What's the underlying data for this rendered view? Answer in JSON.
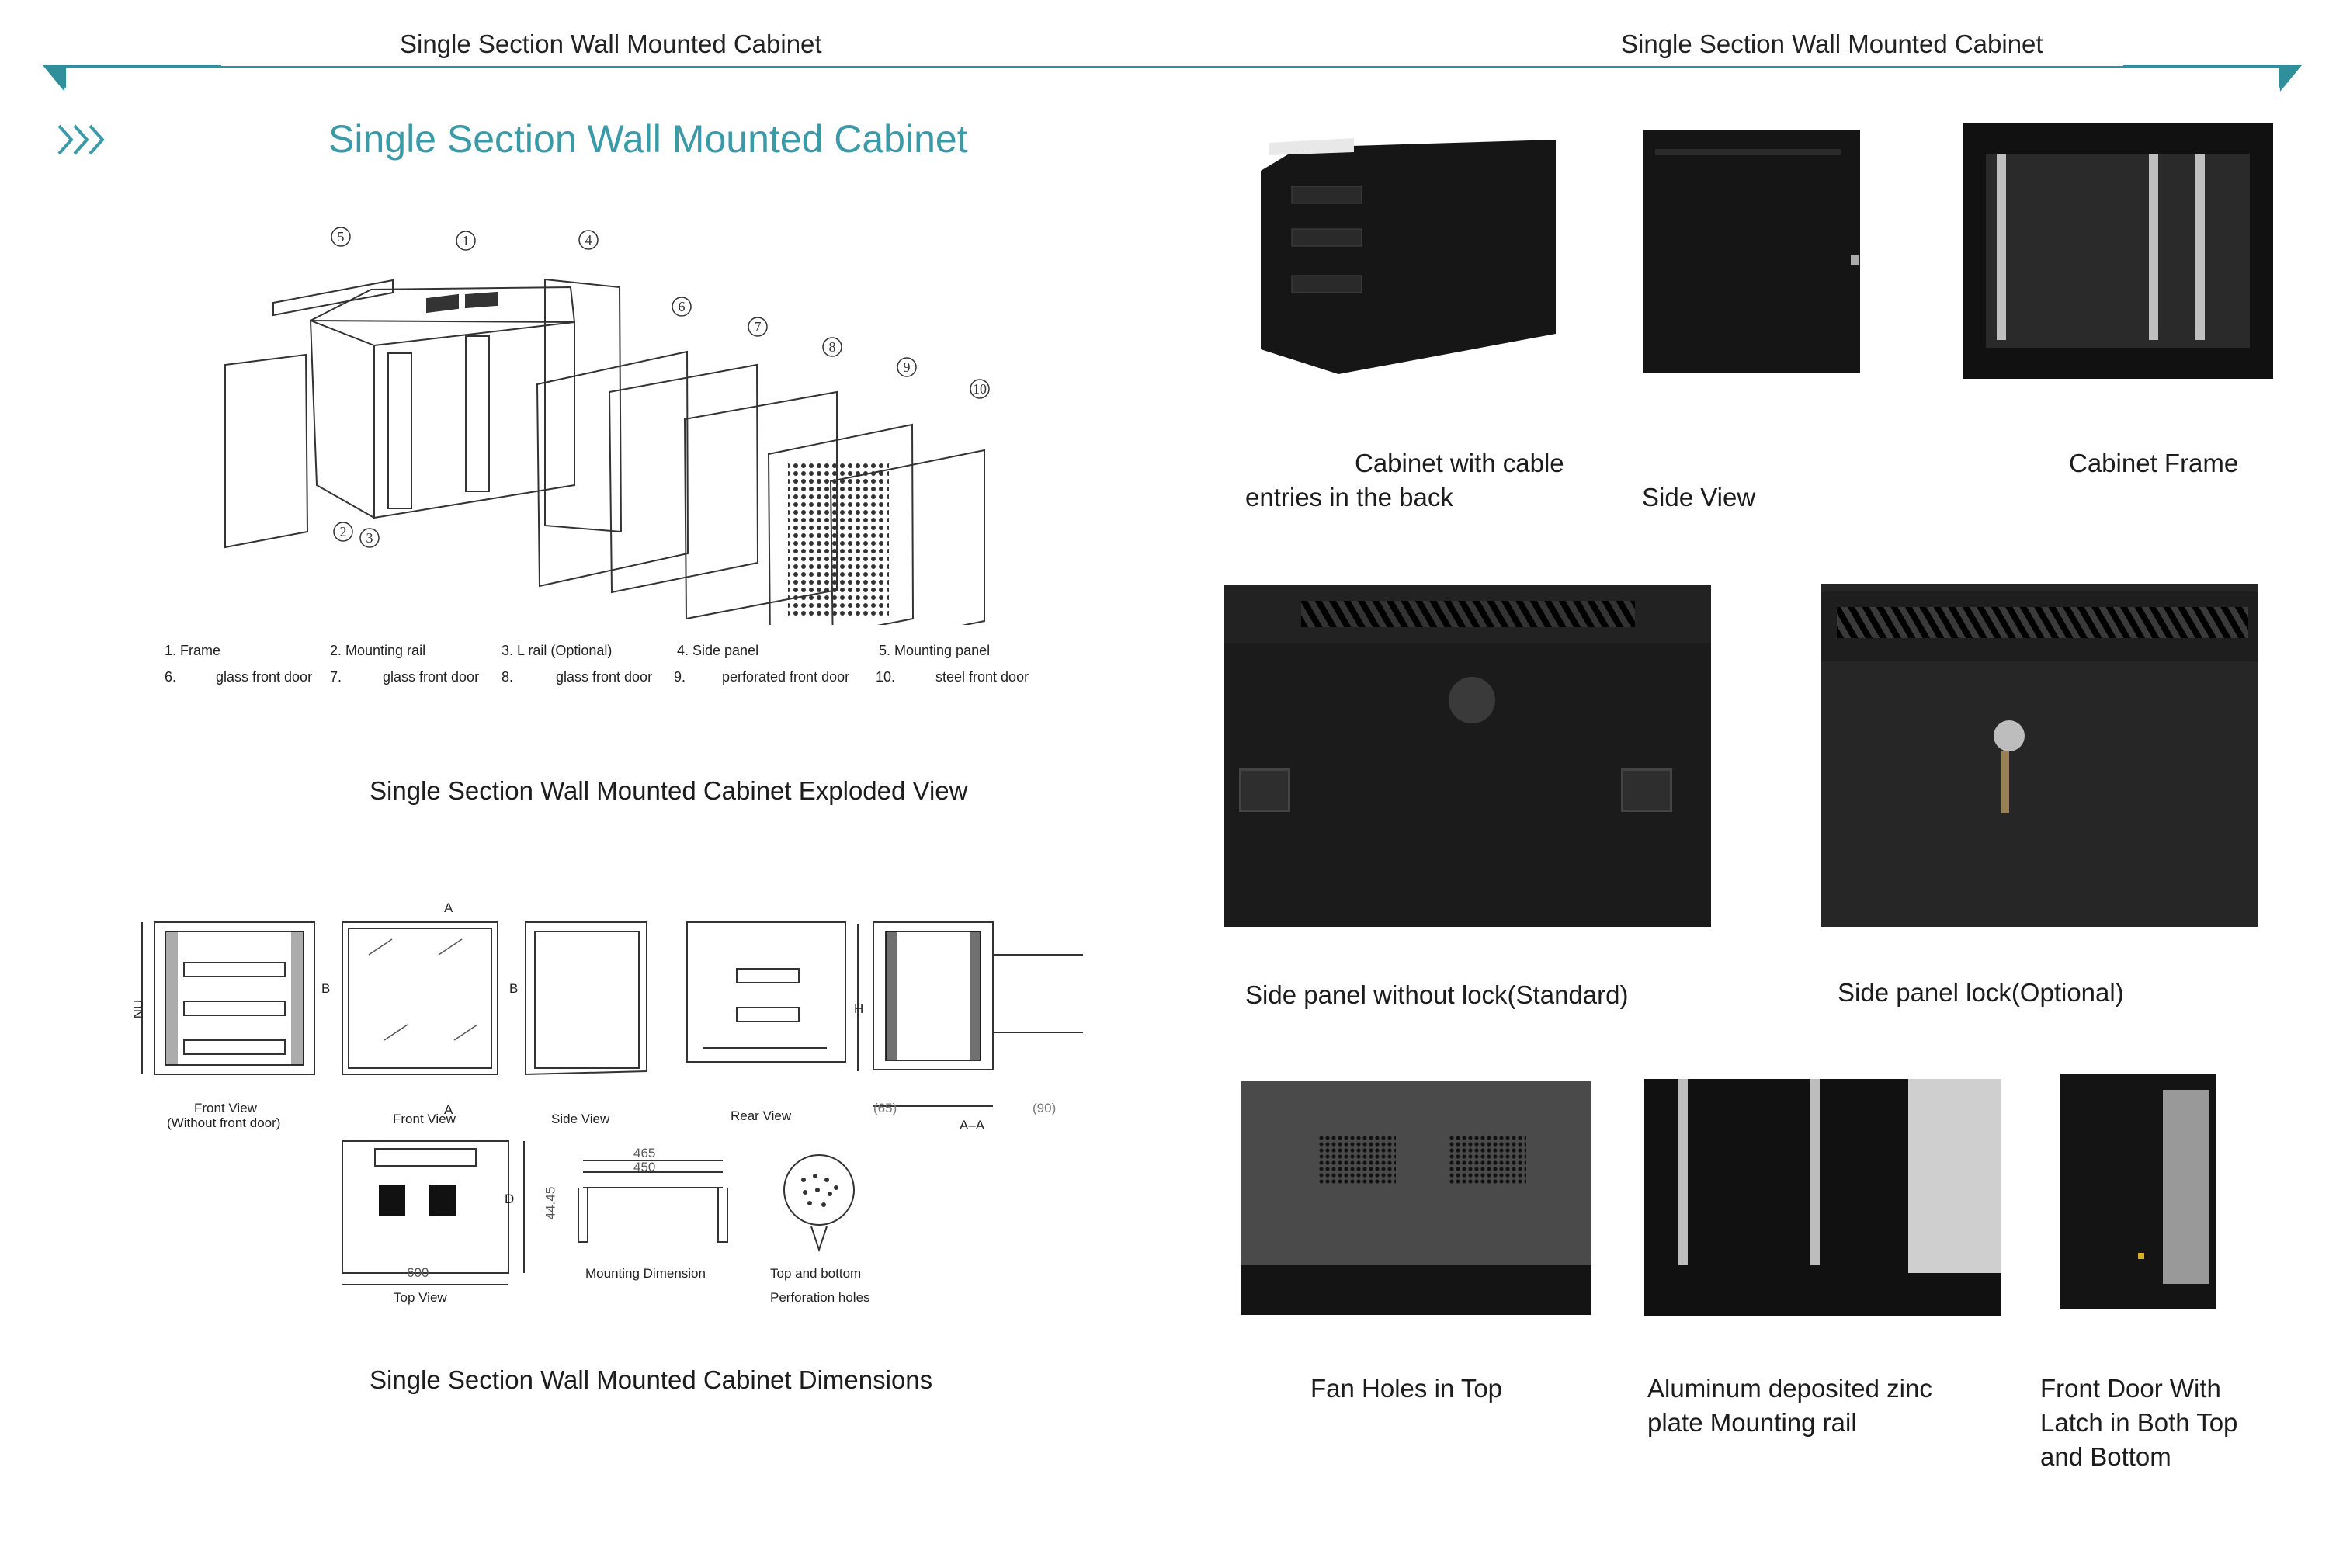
{
  "header": {
    "left_title": "Single Section Wall Mounted Cabinet",
    "right_title": "Single Section Wall Mounted Cabinet"
  },
  "left": {
    "main_title": "Single Section Wall Mounted Cabinet",
    "exploded": {
      "callouts": [
        "5",
        "1",
        "4",
        "6",
        "7",
        "8",
        "9",
        "10",
        "2",
        "3"
      ],
      "legend_row1": [
        "1. Frame",
        "2. Mounting rail",
        "3. L rail (Optional)",
        "4. Side panel",
        "5. Mounting panel"
      ],
      "legend_row2_num": [
        "6.",
        "7.",
        "8.",
        "9.",
        "10."
      ],
      "legend_row2_text": [
        "glass front door",
        "glass front door",
        "glass front door",
        "perforated front door",
        "steel front door"
      ],
      "caption": "Single Section Wall Mounted Cabinet Exploded View"
    },
    "dimensions": {
      "labels": {
        "front_no_door": "Front View",
        "front_no_door_sub": "(Without front door)",
        "front": "Front View",
        "side": "Side View",
        "rear": "Rear View",
        "top": "Top View",
        "mounting": "Mounting Dimension",
        "perf1": "Top and bottom",
        "perf2": "Perforation holes"
      },
      "marks": {
        "nu": "NU",
        "a1": "A",
        "a2": "A",
        "b1": "B",
        "b2": "B",
        "h": "H",
        "d": "D",
        "aa": "A–A",
        "left_dim": "(65)",
        "right_dim": "(90)",
        "w600": "600",
        "w465": "465",
        "w450": "450",
        "u4445": "44.45"
      },
      "caption": "Single Section Wall Mounted Cabinet Dimensions"
    }
  },
  "right": {
    "top_captions": {
      "c1_line1": "Cabinet with cable",
      "c1_line2": "entries in the back",
      "c2": "Side View",
      "c3": "Cabinet Frame"
    },
    "mid_captions": {
      "c1": "Side panel without lock(Standard)",
      "c2": "Side panel lock(Optional)"
    },
    "bottom_captions": {
      "c1": "Fan Holes in Top",
      "c2_line1": "Aluminum deposited zinc",
      "c2_line2": "plate Mounting rail",
      "c3_line1": "Front Door With",
      "c3_line2": "Latch in Both Top",
      "c3_line3": "and Bottom"
    }
  },
  "colors": {
    "accent": "#3a9aa8",
    "rule": "#2f8f9a",
    "product": "#151515"
  }
}
